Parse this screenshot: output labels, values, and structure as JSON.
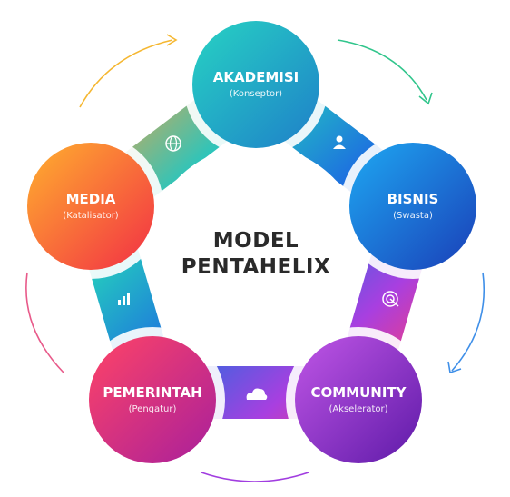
{
  "diagram": {
    "title_line1": "MODEL",
    "title_line2": "PENTAHELIX",
    "nodes": [
      {
        "id": "akademisi",
        "title": "AKADEMISI",
        "subtitle": "(Konseptor)",
        "color_a": "#27d3c3",
        "color_b": "#1e7fc9"
      },
      {
        "id": "bisnis",
        "title": "BISNIS",
        "subtitle": "(Swasta)",
        "color_a": "#1e9df0",
        "color_b": "#1a3fb8"
      },
      {
        "id": "community",
        "title": "COMMUNITY",
        "subtitle": "(Akselerator)",
        "color_a": "#b44be0",
        "color_b": "#6a1fb5"
      },
      {
        "id": "pemerintah",
        "title": "PEMERINTAH",
        "subtitle": "(Pengatur)",
        "color_a": "#ff3d6e",
        "color_b": "#b2209a"
      },
      {
        "id": "media",
        "title": "MEDIA",
        "subtitle": "(Katalisator)",
        "color_a": "#ffb02e",
        "color_b": "#f2333f"
      }
    ],
    "connector_icons": [
      "globe-icon",
      "person-icon",
      "target-icon",
      "cloud-icon",
      "bar-chart-icon"
    ],
    "arrow_colors": [
      "#f5b731",
      "#31c58c",
      "#3f8fe8",
      "#a13de0",
      "#e85a8a"
    ]
  }
}
